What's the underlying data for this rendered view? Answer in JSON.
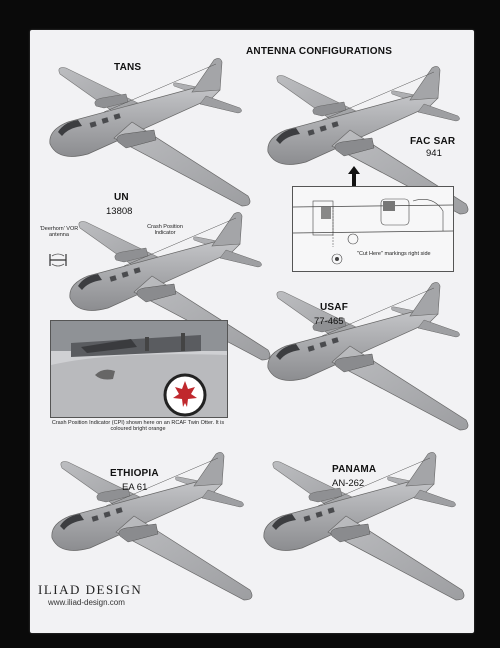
{
  "sheet": {
    "header": "ANTENNA CONFIGURATIONS",
    "aircraft": [
      {
        "id": "tans",
        "name": "TANS",
        "serial": ""
      },
      {
        "id": "fac-sar",
        "name": "FAC SAR",
        "serial": "941"
      },
      {
        "id": "un",
        "name": "UN",
        "serial": "13808"
      },
      {
        "id": "usaf",
        "name": "USAF",
        "serial": "77-465"
      },
      {
        "id": "ethiopia",
        "name": "ETHIOPIA",
        "serial": "EA 61"
      },
      {
        "id": "panama",
        "name": "PANAMA",
        "serial": "AN-262"
      }
    ],
    "annotations": {
      "crash_position_indicator": "Crash Position Indicator",
      "deerhorn_vor": "'Deerhorn' VOR antenna",
      "cut_here": "\"Cut Here\" markings right side",
      "photo_caption": "Crash Position Indicator (CPI) shown here on an RCAF Twin Otter. It is coloured bright orange"
    },
    "brand": {
      "name": "ILIAD DESIGN",
      "url": "www.iliad-design.com"
    },
    "colors": {
      "aircraft_fill": "#a9aaad",
      "sheet_bg": "#f2f2f4",
      "roundel_red": "#c0282d"
    }
  }
}
